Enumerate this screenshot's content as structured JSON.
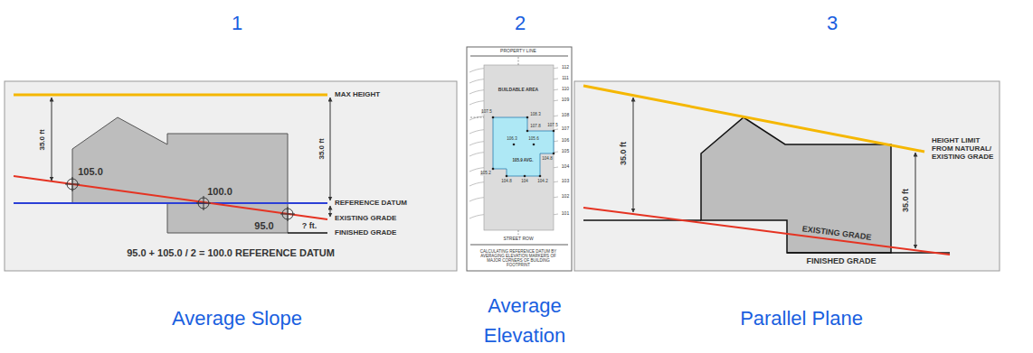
{
  "diagram": {
    "nodes": [
      {
        "text": [
          "1",
          "Average Slope"
        ]
      },
      {
        "text": [
          "2",
          "Average Elevation"
        ]
      },
      {
        "text": [
          "3",
          "Parallel Plane"
        ]
      }
    ],
    "labels": [
      "MAX HEIGHT",
      "35.0 ft",
      "35.0 ft",
      "105.0",
      "100.0",
      "95.0",
      "REFERENCE DATUM",
      "? ft.",
      "EXISTING GRADE",
      "FINISHED GRADE",
      "95.0 + 105.0 / 2 = 100.0 REFERENCE DATUM",
      "112",
      "111",
      "110",
      "109",
      "108",
      "107",
      "106",
      "105",
      "104",
      "103",
      "102",
      "101",
      "PROPERTY LINE",
      "BUILDABLE AREA",
      "107.5",
      "108.3",
      "107.8",
      "107.5",
      "106.3",
      "105.6",
      "105.9 AVG.",
      "104.8",
      "105.2",
      "104.8",
      "104",
      "104.2",
      "STREET ROW",
      "CALCULATING REFERENCE DATUM BY AVERAGING ELEVATION MARKERS OF MAJOR CORNERS OF BUILDING FOOTPRINT",
      "35.0 ft",
      "35.0 ft",
      "HEIGHT LIMIT FROM NATURAL/ EXISTING GRADE",
      "EXISTING GRADE",
      "FINISHED GRADE"
    ]
  }
}
